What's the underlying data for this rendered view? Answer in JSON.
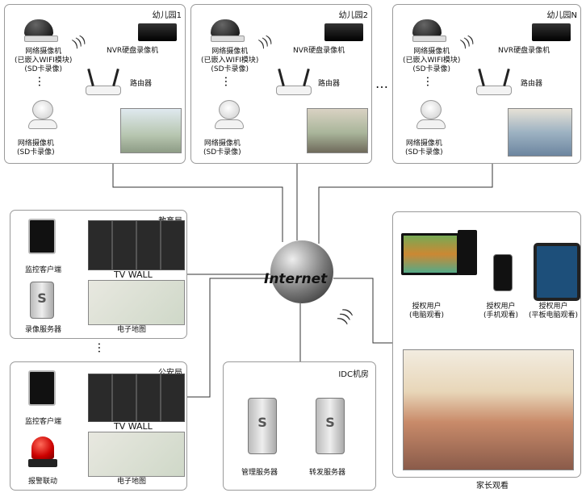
{
  "kindergartens": [
    {
      "name": "幼儿园1",
      "nvr_label": "NVR硬盘录像机",
      "router_label": "路由器",
      "cam_wifi_label": "网络摄像机\n(已嵌入WIFI模块)\n(SD卡录像)",
      "cam_label": "网络摄像机\n(SD卡录像)"
    },
    {
      "name": "幼儿园2",
      "nvr_label": "NVR硬盘录像机",
      "router_label": "路由器",
      "cam_wifi_label": "网络摄像机\n(已嵌入WIFI模块)\n(SD卡录像)",
      "cam_label": "网络摄像机\n(SD卡录像)"
    },
    {
      "name": "幼儿园N",
      "nvr_label": "NVR硬盘录像机",
      "router_label": "路由器",
      "cam_wifi_label": "网络摄像机\n(已嵌入WIFI模块)\n(SD卡录像)",
      "cam_label": "网络摄像机\n(SD卡录像)"
    }
  ],
  "ellipsis": "…",
  "internet_label": "Internet",
  "education": {
    "name": "教育局",
    "client": "监控客户端",
    "recorder": "录像服务器",
    "tvwall": "TV WALL",
    "map": "电子地图"
  },
  "police": {
    "name": "公安局",
    "client": "监控客户端",
    "alarm": "报警联动",
    "tvwall": "TV WALL",
    "map": "电子地图"
  },
  "idc": {
    "name": "IDC机房",
    "mgmt": "管理服务器",
    "relay": "转发服务器"
  },
  "parents": {
    "caption": "家长观看",
    "users": [
      {
        "label": "授权用户\n(电脑观看)"
      },
      {
        "label": "授权用户\n(手机观看)"
      },
      {
        "label": "授权用户\n(平板电脑观看)"
      }
    ]
  },
  "colors": {
    "line": "#333333",
    "box_border": "#9a9a9a"
  }
}
